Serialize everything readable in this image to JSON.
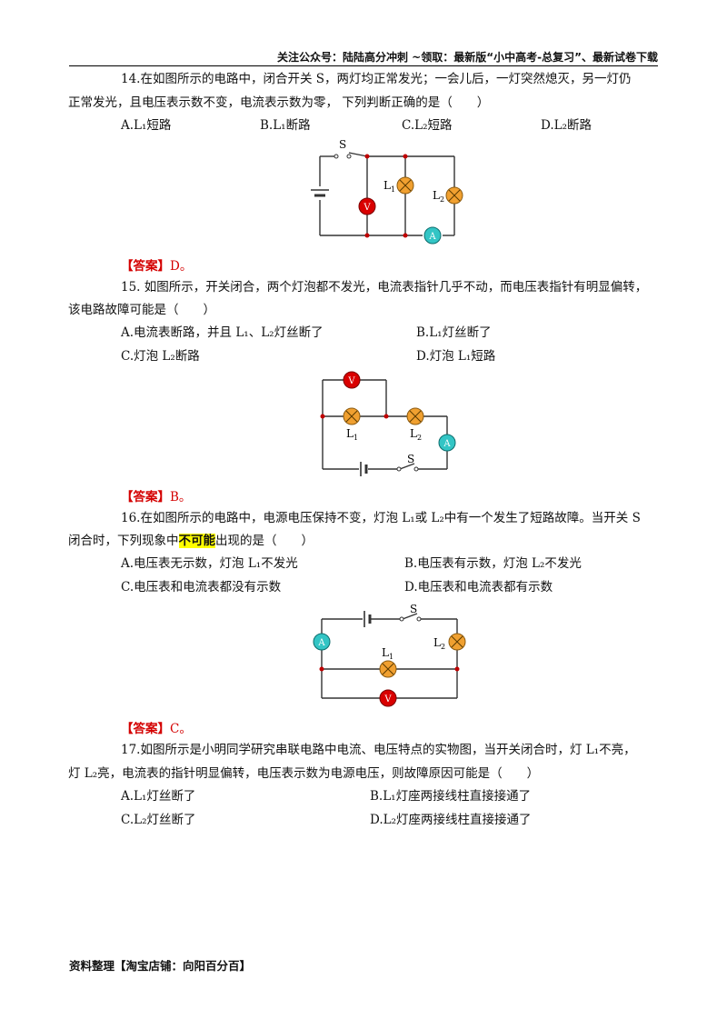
{
  "header": "关注公众号：陆陆高分冲刺 ~领取：最新版“小中高考-总复习”、最新试卷下载",
  "footer": "资料整理【淘宝店铺：向阳百分百】",
  "q14": {
    "line1": "14.在如图所示的电路中，闭合开关 S，两灯均正常发光；一会儿后，一灯突然熄灭，另一灯仍",
    "line2": "正常发光，且电压表示数不变，电流表示数为零， 下列判断正确的是（　　）",
    "options": [
      "A.L₁短路",
      "B.L₁断路",
      "C.L₂短路",
      "D.L₂断路"
    ],
    "answer_tag": "【答案】",
    "answer": "D。",
    "labels": {
      "switch": "S",
      "l1": "L",
      "l1_sub": "1",
      "l2": "L",
      "l2_sub": "2",
      "voltmeter": "V",
      "ammeter": "A"
    }
  },
  "q15": {
    "line1": "15. 如图所示，开关闭合，两个灯泡都不发光，电流表指针几乎不动，而电压表指针有明显偏转，",
    "line2": "该电路故障可能是（　　）",
    "options": [
      "A.电流表断路，并且 L₁、L₂灯丝断了",
      "B.L₁灯丝断了",
      "C.灯泡 L₂断路",
      "D.灯泡 L₁短路"
    ],
    "answer_tag": "【答案】",
    "answer": "B。",
    "labels": {
      "switch": "S",
      "l1": "L",
      "l1_sub": "1",
      "l2": "L",
      "l2_sub": "2",
      "voltmeter": "V",
      "ammeter": "A"
    }
  },
  "q16": {
    "line1": "16.在如图所示的电路中，电源电压保持不变，灯泡 L₁或 L₂中有一个发生了短路故障。当开关 S",
    "line2_pre": "闭合时，下列现象中",
    "line2_hl": "不可能",
    "line2_post": "出现的是（　　）",
    "options": [
      "A.电压表无示数，灯泡 L₁不发光",
      "B.电压表有示数，灯泡 L₂不发光",
      "C.电压表和电流表都没有示数",
      "D.电压表和电流表都有示数"
    ],
    "answer_tag": "【答案】",
    "answer": "C。",
    "labels": {
      "switch": "S",
      "l1": "L",
      "l1_sub": "1",
      "l2": "L",
      "l2_sub": "2",
      "voltmeter": "V",
      "ammeter": "A"
    }
  },
  "q17": {
    "line1": "17.如图所示是小明同学研究串联电路中电流、电压特点的实物图，当开关闭合时，灯 L₁不亮，",
    "line2": "灯 L₂亮，电流表的指针明显偏转，电压表示数为电源电压，则故障原因可能是（　　）",
    "options": [
      "A.L₁灯丝断了",
      "B.L₁灯座两接线柱直接接通了",
      "C.L₂灯丝断了",
      "D.L₂灯座两接线柱直接接通了"
    ]
  },
  "colors": {
    "voltmeter": "#d90000",
    "ammeter": "#33c5c5",
    "lamp": "#f0a030",
    "node": "#c00000",
    "answer": "#d40000",
    "highlight": "#ffff00"
  }
}
